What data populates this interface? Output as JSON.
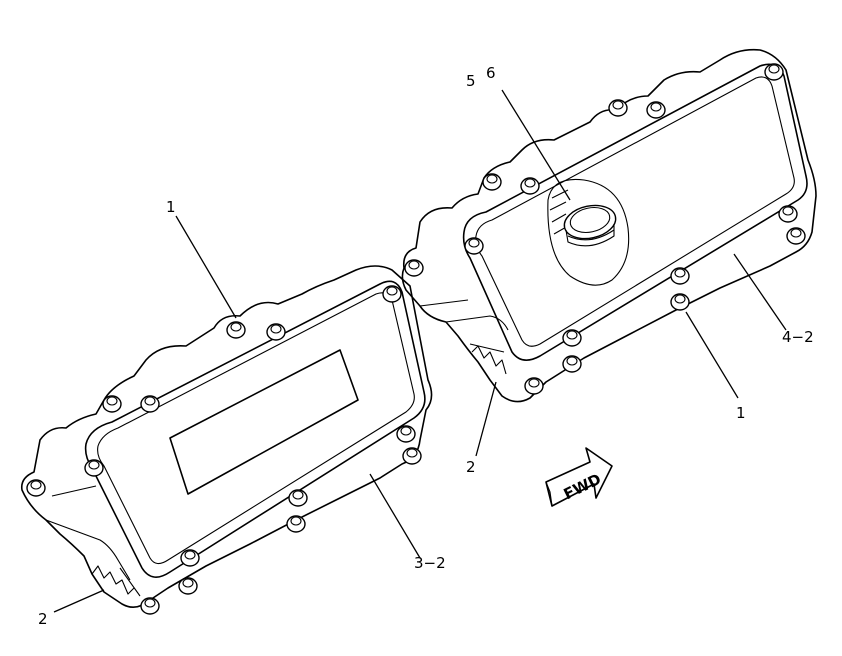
{
  "callouts": {
    "left_cover_bolt": "1",
    "left_cover_gasket": "2",
    "left_cover_part": "3−2",
    "right_cover_bolt": "1",
    "right_cover_gasket": "2",
    "right_cover_part": "4−2",
    "oil_filler_cap": "5",
    "filler_seal": "6"
  },
  "direction_arrow": {
    "label": "FWD",
    "icon": "forward-arrow-icon"
  }
}
